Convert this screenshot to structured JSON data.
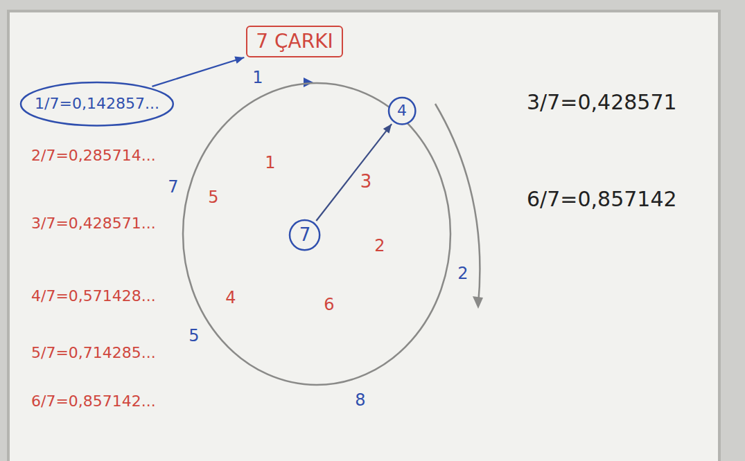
{
  "diagram": {
    "nodes": [
      {
        "text": [
          "7 ÇARKI"
        ]
      },
      {
        "text": [
          "1/7=0,142857..."
        ]
      },
      {
        "text": [
          "1",
          "2",
          "8",
          "5",
          "7",
          "1",
          "2",
          "6",
          "4",
          "5"
        ]
      },
      {
        "text": [
          "7"
        ],
        "in": 2
      },
      {
        "text": [
          "4"
        ],
        "in": 2
      }
    ],
    "edges": [
      {
        "from": 3,
        "to": 4,
        "arrow": "to",
        "label": "3"
      },
      {
        "from": 1,
        "to": 0,
        "arrow": "to"
      }
    ],
    "labels": [
      "2/7=0,285714...",
      "3/7=0,428571...",
      "4/7=0,571428...",
      "5/7=0,714285...",
      "6/7=0,857142...",
      "3/7=0,428571",
      "6/7=0,857142"
    ]
  }
}
